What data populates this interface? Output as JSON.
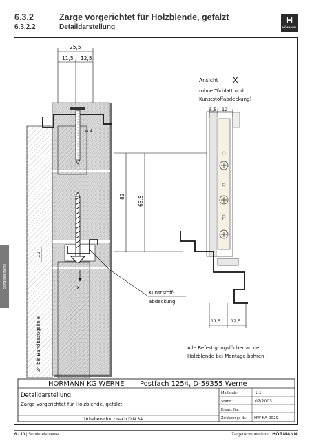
{
  "header": {
    "section_number": "6.3.2",
    "section_title": "Zarge vorgerichtet für Holzblende, gefälzt",
    "subsection_number": "6.3.2.2",
    "subsection_title": "Detaildarstellung"
  },
  "logo": {
    "mark": "H",
    "brand": "HÖRMANN"
  },
  "side_tab": {
    "label": "Sonderelemente"
  },
  "drawing": {
    "dimensions": {
      "total_width": "25,5",
      "left_width": "11,5",
      "right_width": "12,5",
      "hole_diameter": "ø 4",
      "height_82": "82",
      "height_68_5": "68,5",
      "offset_10": "10",
      "view_5_5": "5,5",
      "view_12": "12",
      "view_11_5": "11,5",
      "view_12_5": "12,5"
    },
    "labels": {
      "view_title": "Ansicht",
      "view_letter": "X",
      "view_note_1": "(ohne Türblatt und",
      "view_note_2": "Kunststoffabdeckung)",
      "section_marker": "X",
      "cover_line_1": "Kunststoff-",
      "cover_line_2": "abdeckung",
      "reference_line": "24 bis Bandbezugslinie",
      "note_line_1": "Alle Befestigungslöcher an der",
      "note_line_2": "Holzblende bei Montage bohren !"
    }
  },
  "title_block": {
    "company": "HÖRMANN KG WERNE",
    "address": "Postfach 1254, D-59355 Werne",
    "detail_heading": "Detaildarstellung:",
    "detail_text": "Zarge vorgerichtet für Holzblende, gefälzt",
    "copyright": "Urheberschutz nach DIN 34",
    "rows": [
      {
        "label": "Maßstab:",
        "value": "1:1"
      },
      {
        "label": "Stand:",
        "value": "07/2003"
      },
      {
        "label": "Ersatz für:",
        "value": ""
      },
      {
        "label": "Zeichnungs-Nr.:",
        "value": "HW-KA-0029"
      }
    ]
  },
  "footer": {
    "page": "6 - 10",
    "separator": "|",
    "section": "Sonderelemente",
    "document": "Zargenkompendium",
    "brand": "HÖRMANN"
  }
}
